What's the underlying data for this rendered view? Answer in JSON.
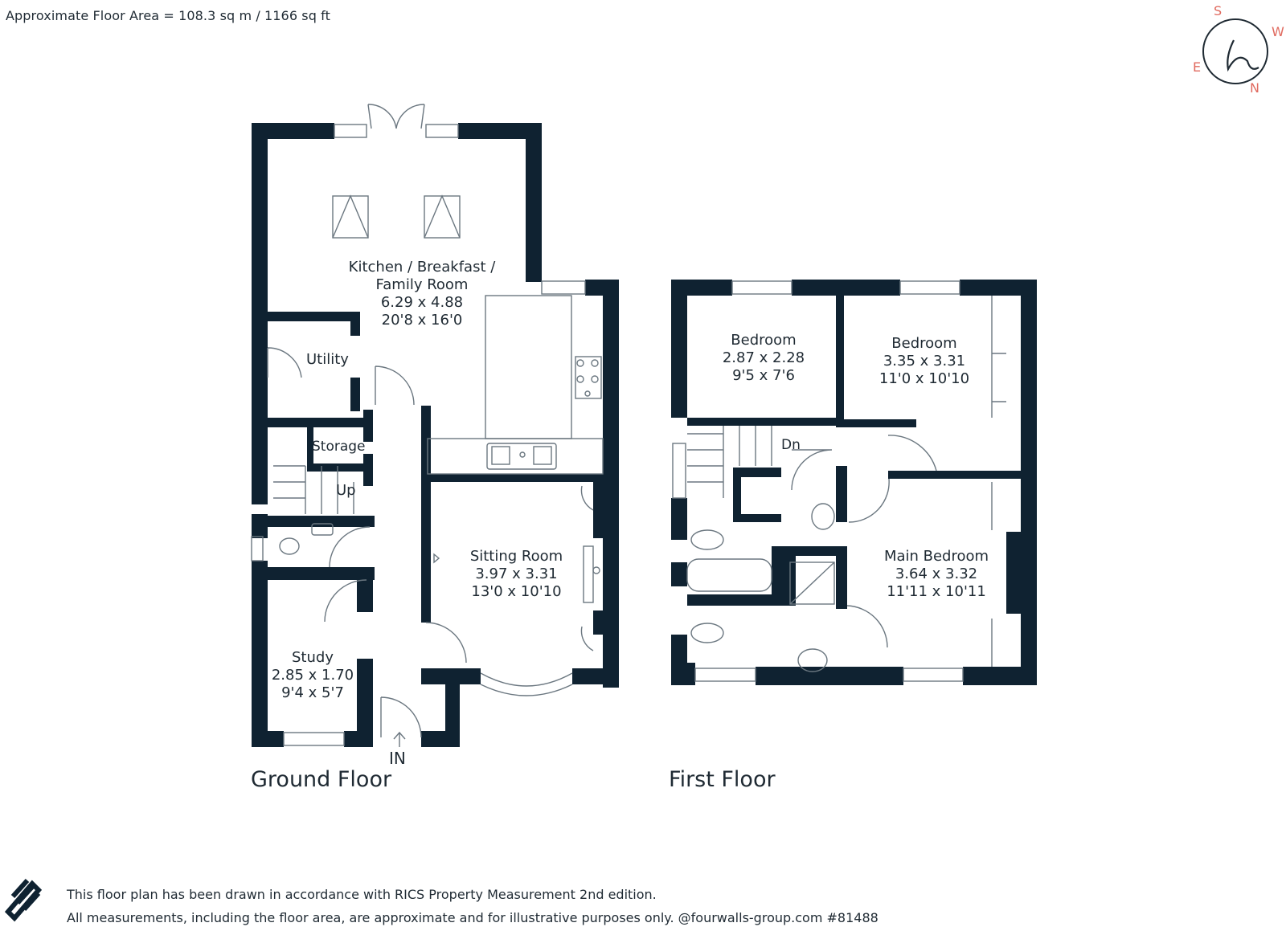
{
  "header": {
    "floor_area": "Approximate Floor Area = 108.3 sq m / 1166 sq ft"
  },
  "compass": {
    "letters": [
      "S",
      "W",
      "E",
      "N"
    ],
    "color": "#e06a5f"
  },
  "brand_mark": {
    "letter": "h"
  },
  "ground_floor": {
    "title": "Ground Floor",
    "entrance": "IN",
    "rooms": [
      {
        "lines": [
          "Kitchen / Breakfast /",
          "Family Room",
          "6.29 x 4.88",
          "20'8 x 16'0"
        ]
      },
      {
        "lines": [
          "Utility"
        ]
      },
      {
        "lines": [
          "Storage"
        ]
      },
      {
        "lines": [
          "Up"
        ]
      },
      {
        "lines": [
          "Sitting Room",
          "3.97 x 3.31",
          "13'0 x 10'10"
        ]
      },
      {
        "lines": [
          "Study",
          "2.85 x 1.70",
          "9'4 x 5'7"
        ]
      }
    ]
  },
  "first_floor": {
    "title": "First Floor",
    "rooms": [
      {
        "lines": [
          "Bedroom",
          "2.87 x 2.28",
          "9'5 x 7'6"
        ]
      },
      {
        "lines": [
          "Bedroom",
          "3.35 x 3.31",
          "11'0 x 10'10"
        ]
      },
      {
        "lines": [
          "Dn"
        ]
      },
      {
        "lines": [
          "Main Bedroom",
          "3.64 x 3.32",
          "11'11 x 10'11"
        ]
      }
    ]
  },
  "footer": {
    "line1": "This floor plan has been drawn in accordance with RICS Property Measurement 2nd edition.",
    "line2": "All measurements, including the floor area, are approximate and for illustrative purposes only. @fourwalls-group.com #81488"
  },
  "colors": {
    "wall": "#0f2231",
    "fixture": "#6b7780"
  }
}
